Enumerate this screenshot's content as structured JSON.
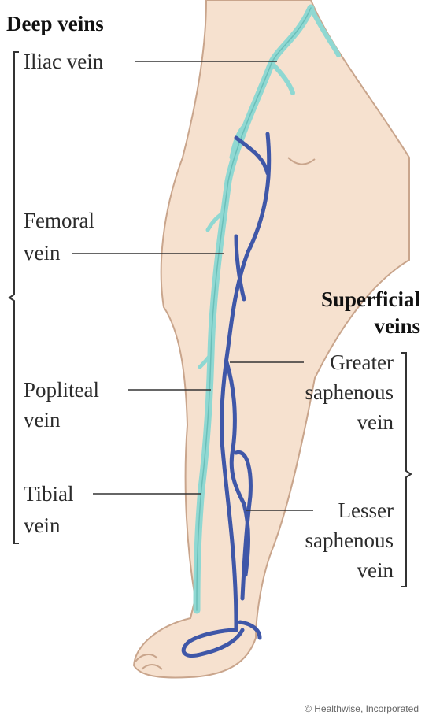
{
  "headers": {
    "deep": "Deep veins",
    "superficial_line1": "Superficial",
    "superficial_line2": "veins"
  },
  "labels": {
    "iliac": "Iliac vein",
    "femoral_line1": "Femoral",
    "femoral_line2": "vein",
    "popliteal_line1": "Popliteal",
    "popliteal_line2": "vein",
    "tibial_line1": "Tibial",
    "tibial_line2": "vein",
    "greater_line1": "Greater",
    "greater_line2": "saphenous",
    "greater_line3": "vein",
    "lesser_line1": "Lesser",
    "lesser_line2": "saphenous",
    "lesser_line3": "vein"
  },
  "credit": "© Healthwise, Incorporated",
  "colors": {
    "skin": "#f6e1cf",
    "skin_outline": "#c9a58c",
    "deep_vein": "#8fd8d2",
    "superficial_vein": "#3f57a8",
    "leader": "#333333"
  }
}
